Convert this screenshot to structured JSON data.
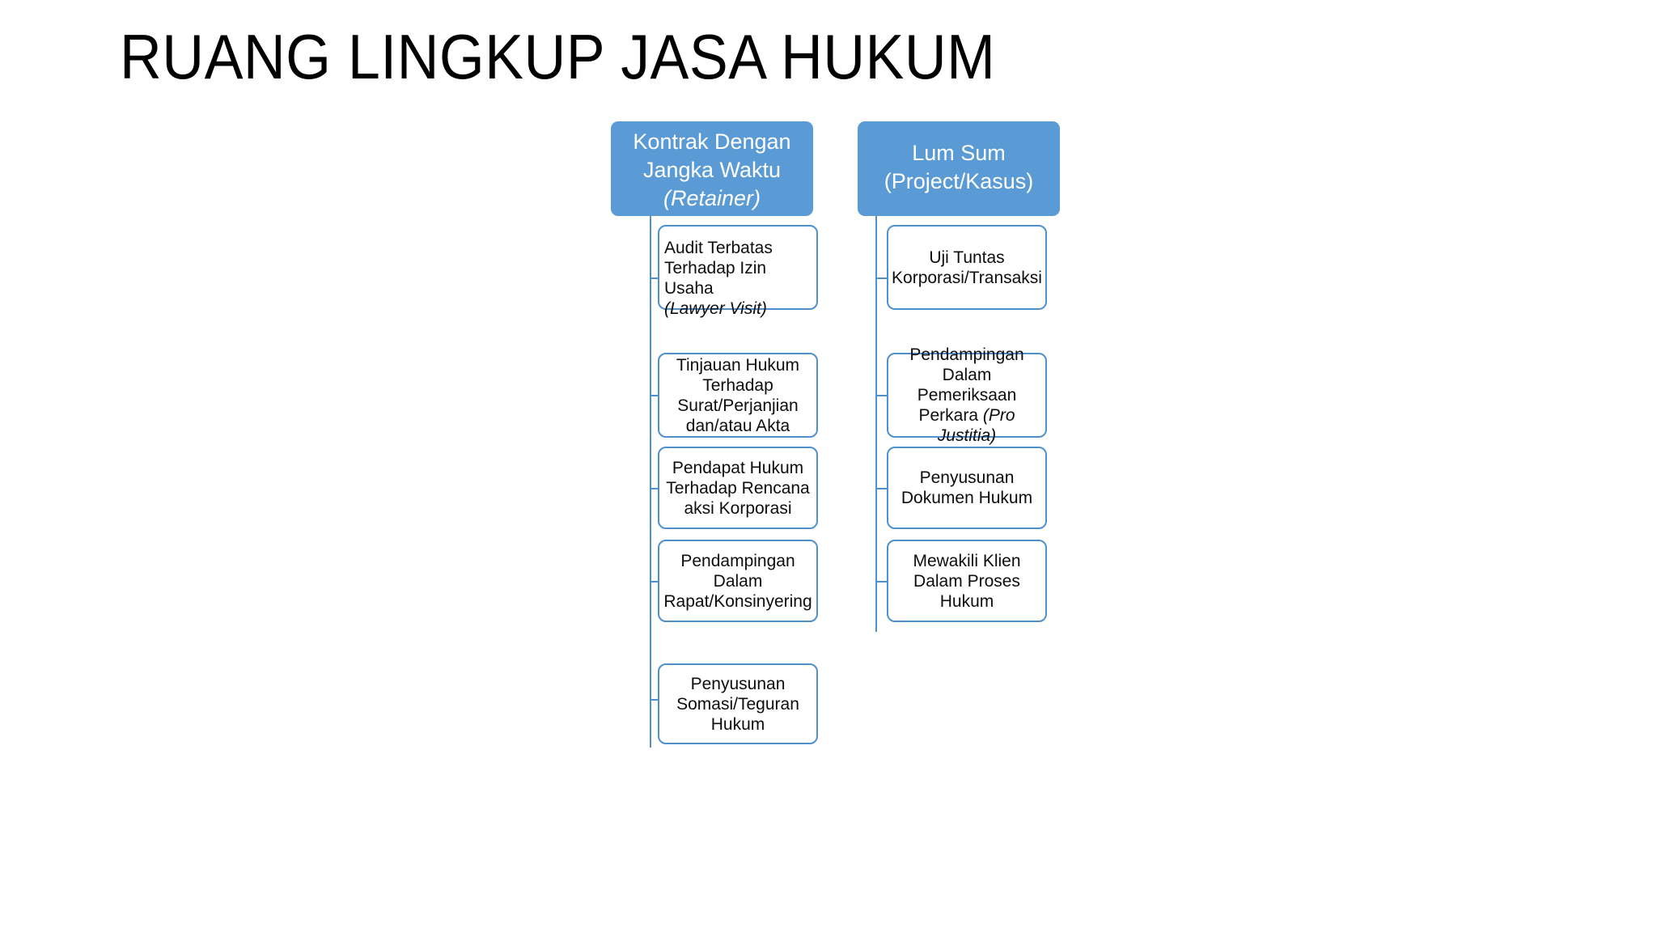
{
  "slide": {
    "title": "RUANG LINGKUP JASA HUKUM",
    "background_color": "#FFFFFF"
  },
  "theme": {
    "header_fill": "#5B9BD5",
    "header_text_color": "#FFFFFF",
    "box_border_color": "#4F90CD",
    "box_fill": "#FFFFFF",
    "box_text_color": "#0D0D0D",
    "connector_color": "#4F90CD"
  },
  "diagram": {
    "type": "two-branch-tree",
    "columns": [
      {
        "id": "retainer",
        "header": {
          "line1": "Kontrak Dengan",
          "line2": "Jangka Waktu",
          "line3_italic": "(Retainer)"
        },
        "children": [
          {
            "id": "audit-terbatas",
            "align": "left",
            "line1": "Audit Terbatas",
            "line2": "Terhadap Izin Usaha",
            "line3_italic": "(Lawyer Visit)"
          },
          {
            "id": "tinjauan-hukum",
            "align": "center",
            "line1": "Tinjauan Hukum",
            "line2": "Terhadap",
            "line3": "Surat/Perjanjian",
            "line4": "dan/atau Akta"
          },
          {
            "id": "pendapat-hukum",
            "align": "center",
            "line1": "Pendapat Hukum",
            "line2": "Terhadap Rencana",
            "line3": "aksi Korporasi"
          },
          {
            "id": "pendampingan-rapat",
            "align": "center",
            "line1": "Pendampingan",
            "line2": "Dalam",
            "line3": "Rapat/Konsinyering"
          },
          {
            "id": "penyusunan-somasi",
            "align": "center",
            "line1": "Penyusunan",
            "line2": "Somasi/Teguran",
            "line3": "Hukum"
          }
        ]
      },
      {
        "id": "lum-sum",
        "header": {
          "line1": "Lum Sum",
          "line2": "(Project/Kasus)"
        },
        "children": [
          {
            "id": "uji-tuntas",
            "align": "center",
            "line1": "Uji Tuntas",
            "line2": "Korporasi/Transaksi"
          },
          {
            "id": "pendampingan-pemeriksaan",
            "align": "center",
            "line1": "Pendampingan",
            "line2": "Dalam Pemeriksaan",
            "line3_prefix": "Perkara ",
            "line3_italic": "(Pro Justitia)"
          },
          {
            "id": "penyusunan-dokumen",
            "align": "center",
            "line1": "Penyusunan",
            "line2": "Dokumen Hukum"
          },
          {
            "id": "mewakili-klien",
            "align": "center",
            "line1": "Mewakili Klien",
            "line2": "Dalam Proses",
            "line3": "Hukum"
          }
        ]
      }
    ]
  }
}
